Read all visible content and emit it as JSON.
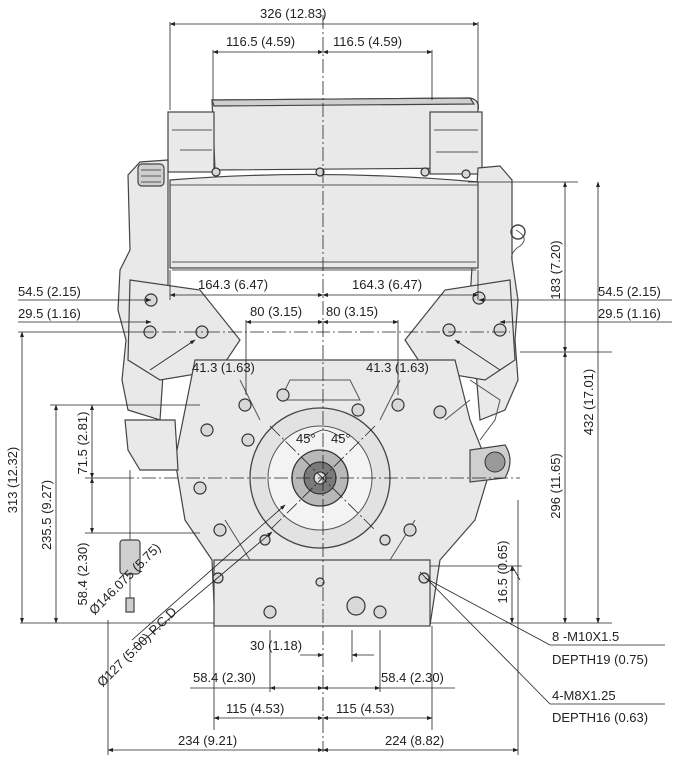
{
  "dimensions": {
    "top_width": "326  (12.83)",
    "top_left_half": "116.5  (4.59)",
    "top_right_half": "116.5  (4.59)",
    "mid_left_half": "164.3 (6.47)",
    "mid_right_half": "164.3 (6.47)",
    "left_545": "54.5 (2.15)",
    "left_295": "29.5 (1.16)",
    "right_545": "54.5 (2.15)",
    "right_295": "29.5 (1.16)",
    "inner_80_left": "80 (3.15)",
    "inner_80_right": "80 (3.15)",
    "left_413": "41.3 (1.63)",
    "right_413": "41.3 (1.63)",
    "v_183": "183 (7.20)",
    "v_432": "432 (17.01)",
    "v_296": "296 (11.65)",
    "v_165": "16.5 (0.65)",
    "v_313": "313 (12.32)",
    "v_2355": "235.5 (9.27)",
    "v_715": "71.5 (2.81)",
    "v_584": "58.4 (2.30)",
    "bottom_30": "30 (1.18)",
    "bottom_584_left": "58.4 (2.30)",
    "bottom_584_right": "58.4 (2.30)",
    "bottom_115_left": "115 (4.53)",
    "bottom_115_right": "115 (4.53)",
    "bottom_234": "234 (9.21)",
    "bottom_224": "224 (8.82)",
    "diam_146": "Ø146.075 (5.75)",
    "diam_127": "Ø127 (5.00) P.C.D",
    "angle_left": "45°",
    "angle_right": "45°"
  },
  "callouts": {
    "m10_line1": "8 -M10X1.5",
    "m10_line2": "DEPTH19 (0.75)",
    "m8_line1": "4-M8X1.25",
    "m8_line2": "DEPTH16 (0.63)"
  }
}
